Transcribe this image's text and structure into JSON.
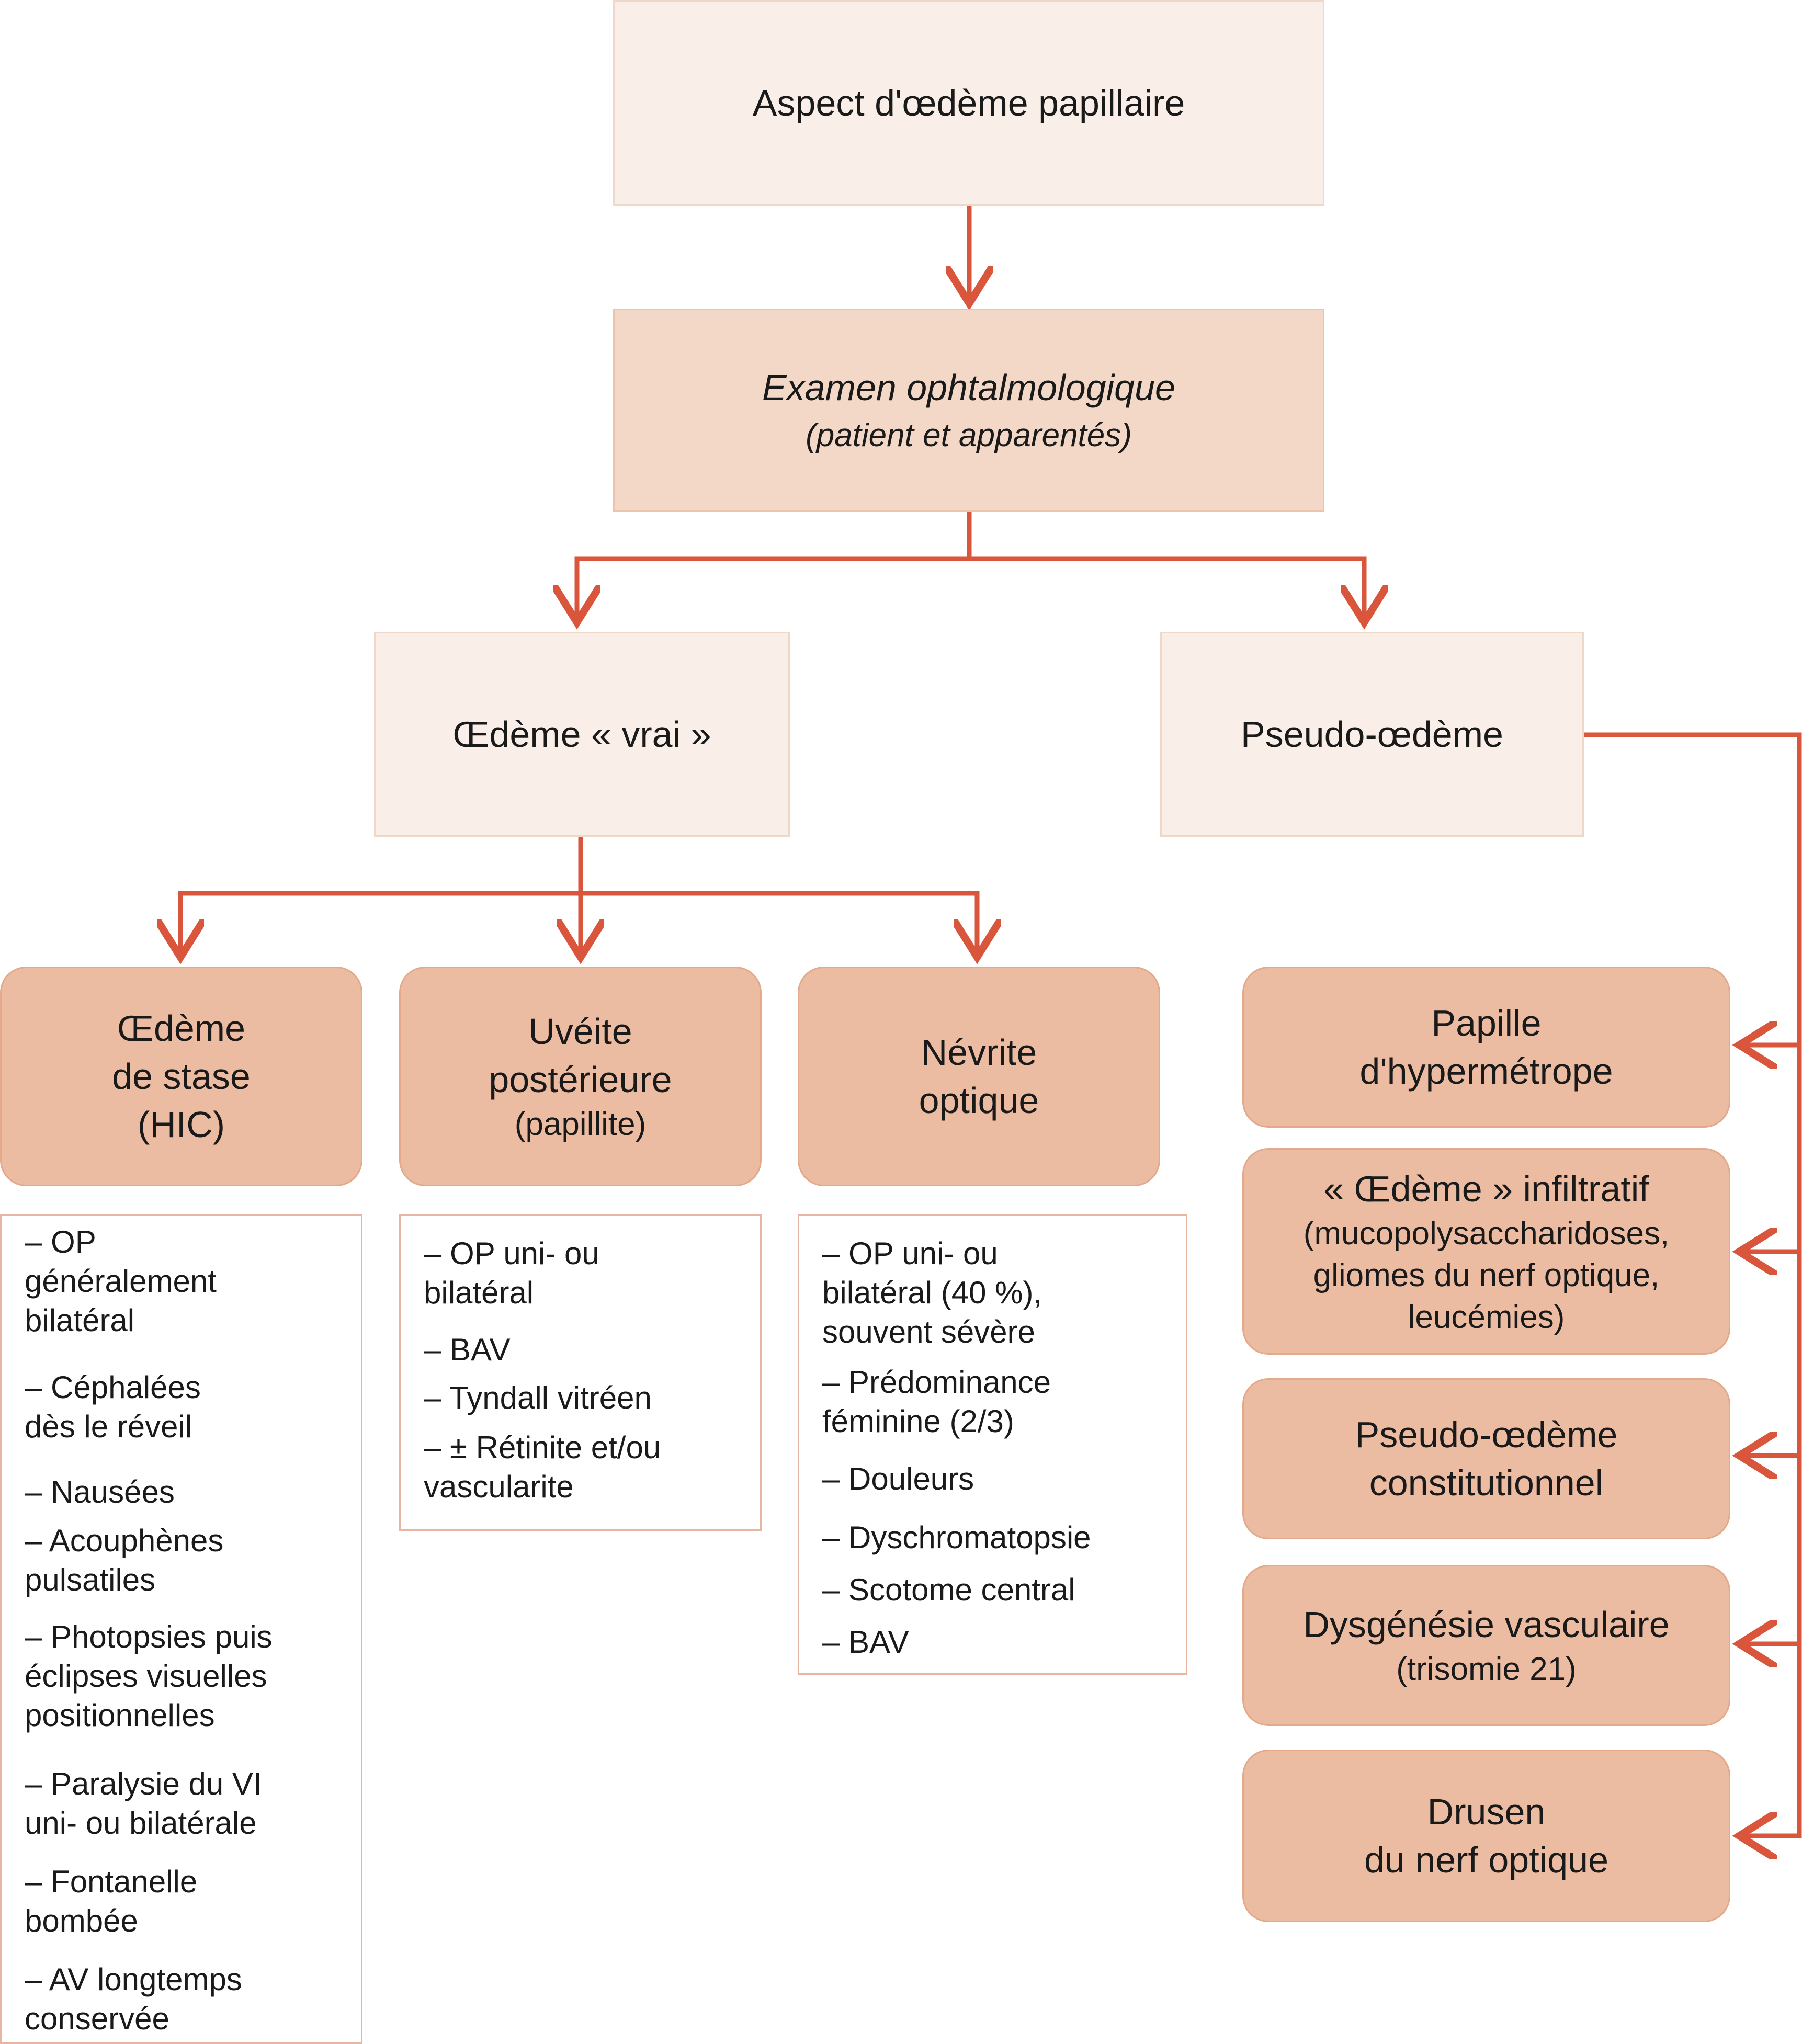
{
  "root": {
    "label": "Aspect d'œdème papillaire"
  },
  "exam": {
    "title": "Examen ophtalmologique",
    "subtitle": "(patient et apparentés)"
  },
  "true_edema": {
    "label": "Œdème « vrai »"
  },
  "pseudo_edema": {
    "label": "Pseudo-œdème"
  },
  "stase": {
    "title": "Œdème\nde stase\n(HIC)",
    "items": [
      "– OP\ngénéralement\nbilatéral",
      "– Céphalées\ndès le réveil",
      "– Nausées",
      "– Acouphènes\npulsatiles",
      "– Photopsies puis\néclipses visuelles\npositionnelles",
      "– Paralysie du VI\nuni- ou bilatérale",
      "– Fontanelle\nbombée",
      "– AV longtemps\nconservée"
    ]
  },
  "uveite": {
    "title": "Uvéite\npostérieure",
    "subtitle": "(papillite)",
    "items": [
      "– OP uni- ou\nbilatéral",
      "– BAV",
      "– Tyndall vitréen",
      "– ± Rétinite et/ou\nvascularite"
    ]
  },
  "nevrite": {
    "title": "Névrite\noptique",
    "items": [
      "– OP uni- ou\nbilatéral (40 %),\nsouvent sévère",
      "– Prédominance\nféminine (2/3)",
      "– Douleurs",
      "– Dyschromatopsie",
      "– Scotome central",
      "– BAV"
    ]
  },
  "pseudo_causes": [
    {
      "title": "Papille\nd'hypermétrope",
      "subtitle": ""
    },
    {
      "title": "« Œdème » infiltratif",
      "subtitle": "(mucopolysaccharidoses,\ngliomes du nerf optique,\nleucémies)"
    },
    {
      "title": "Pseudo-œdème\nconstitutionnel",
      "subtitle": ""
    },
    {
      "title": "Dysgénésie vasculaire",
      "subtitle": "(trisomie 21)"
    },
    {
      "title": "Drusen\ndu nerf optique",
      "subtitle": ""
    }
  ],
  "colors": {
    "arrow": "#d9553c",
    "box_light": "#f9efe8",
    "box_mid": "#f3d8c8",
    "box_round": "#ebbba2",
    "list_border": "#e8b6a0"
  }
}
